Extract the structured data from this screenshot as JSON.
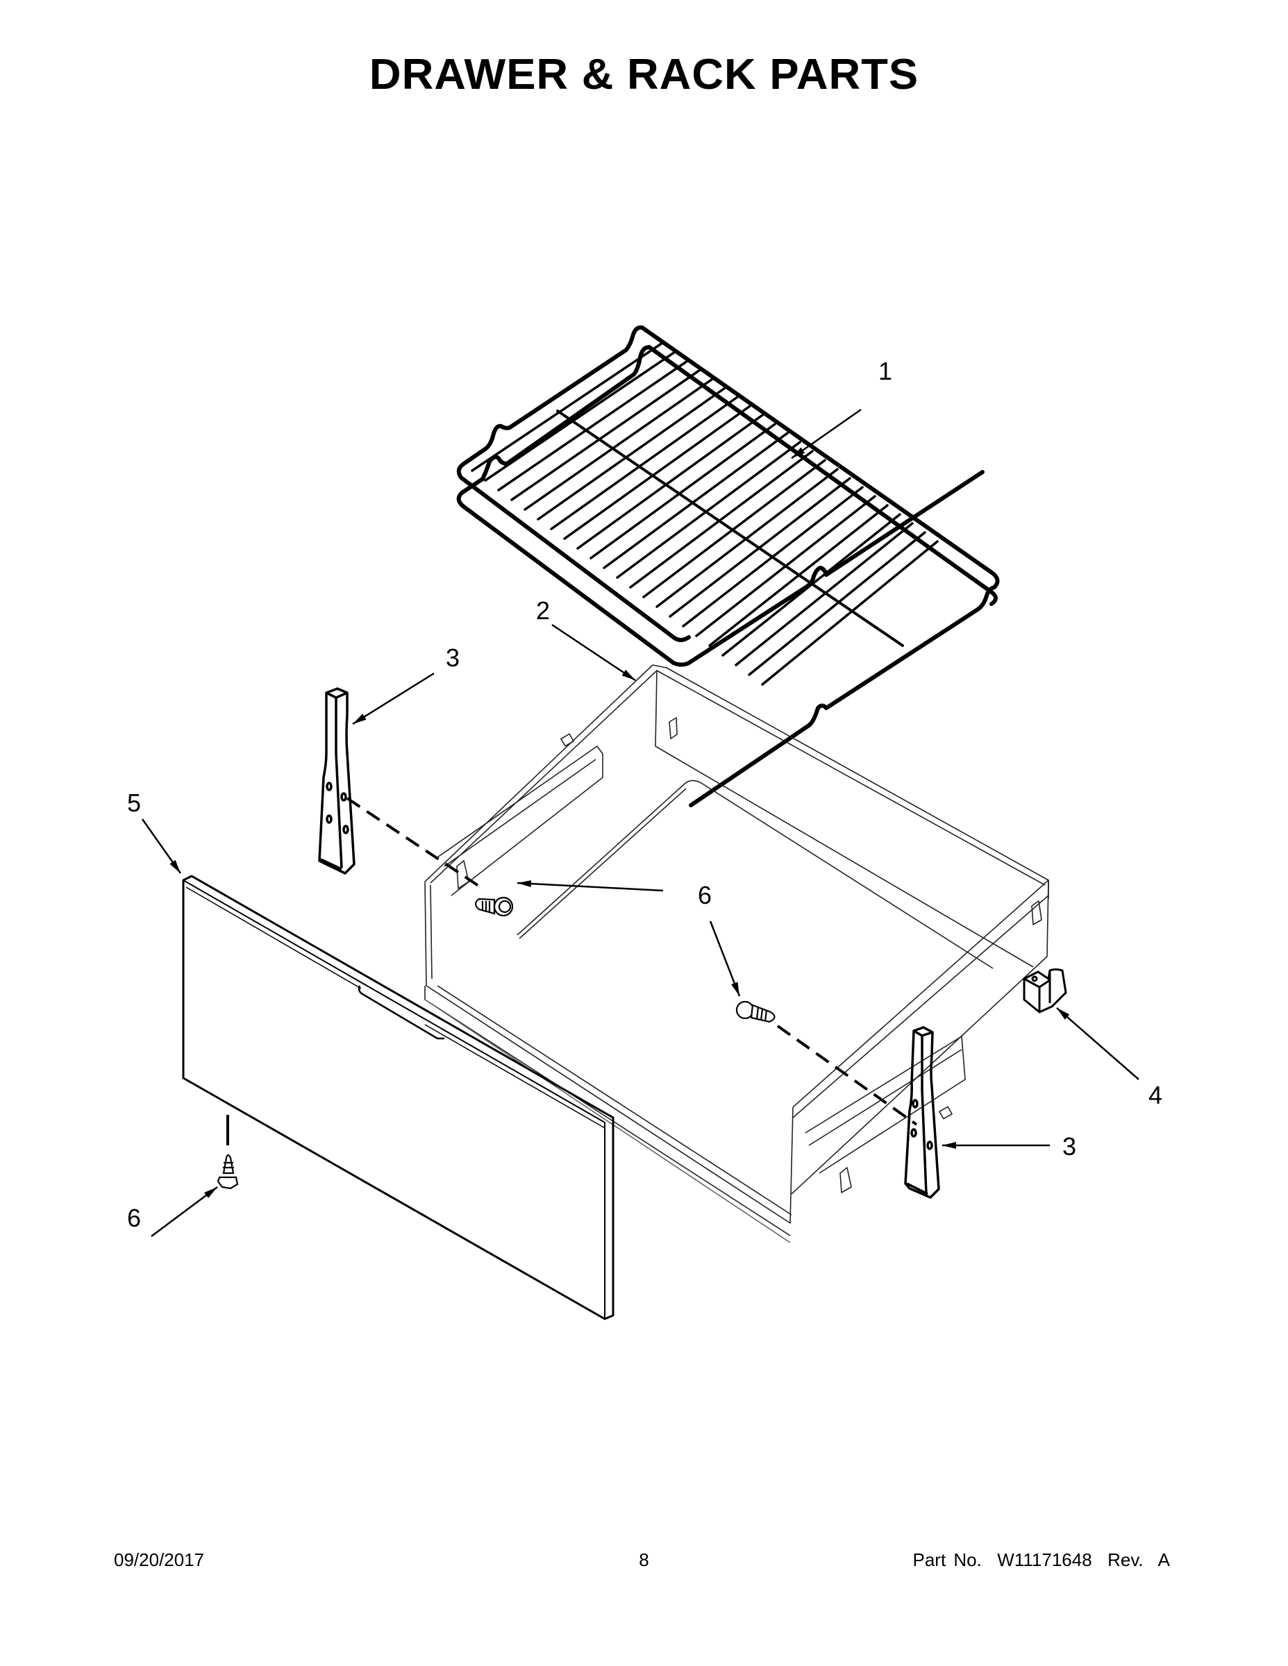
{
  "page": {
    "title": "DRAWER & RACK PARTS"
  },
  "callouts": [
    {
      "id": "1",
      "label": "1",
      "part": "oven-rack"
    },
    {
      "id": "2",
      "label": "2",
      "part": "drawer-box"
    },
    {
      "id": "3a",
      "label": "3",
      "part": "drawer-leg-left"
    },
    {
      "id": "3b",
      "label": "3",
      "part": "drawer-leg-right"
    },
    {
      "id": "4",
      "label": "4",
      "part": "drawer-clip"
    },
    {
      "id": "5",
      "label": "5",
      "part": "drawer-front-panel"
    },
    {
      "id": "6a",
      "label": "6",
      "part": "screws-drawer-box"
    },
    {
      "id": "6b",
      "label": "6",
      "part": "screw-drawer-front"
    }
  ],
  "footer": {
    "date": "09/20/2017",
    "page_number": "8",
    "part_number": "Part No.  W11171648  Rev.  A"
  },
  "colors": {
    "line": "#000000",
    "thin_line": "#555555",
    "background": "#ffffff"
  }
}
